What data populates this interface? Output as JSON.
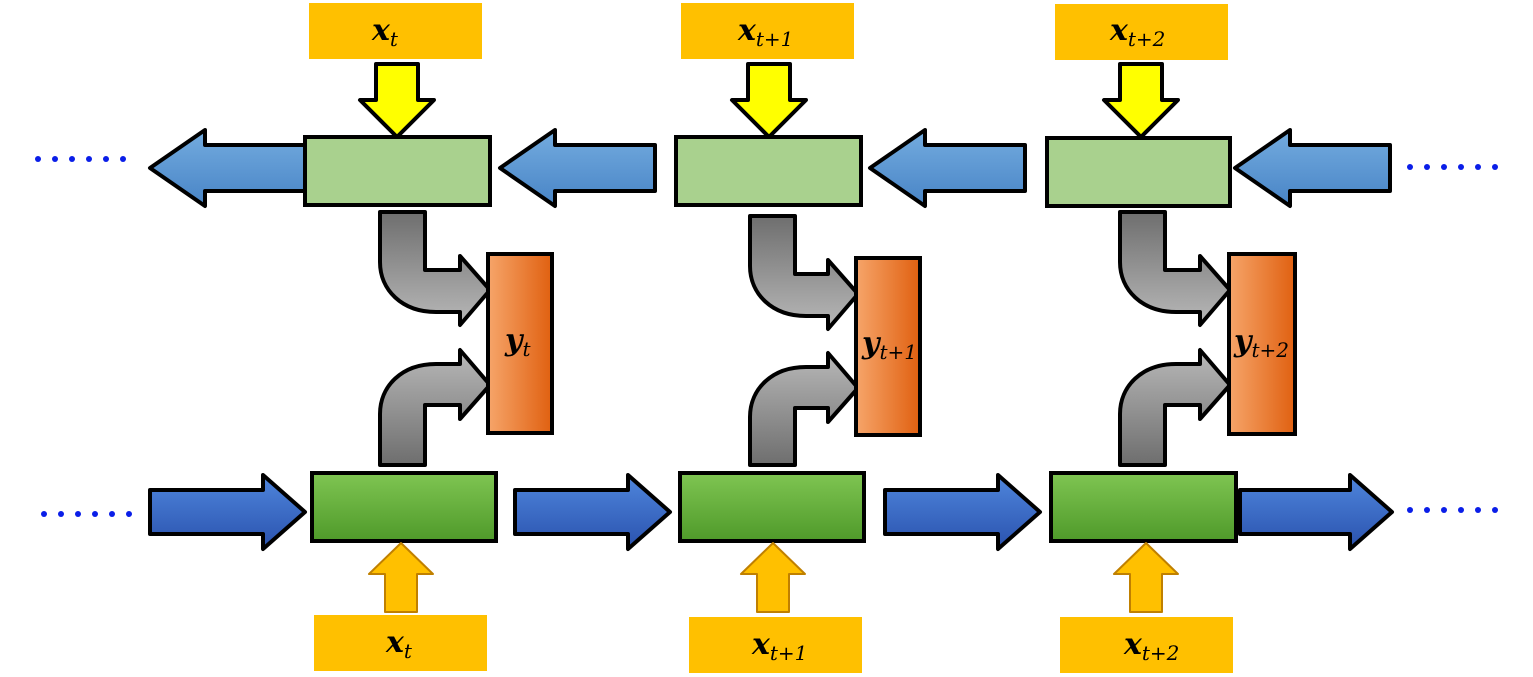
{
  "colors": {
    "input_box": "#ffc000",
    "input_arrow_top": "#ffff00",
    "input_arrow_bottom": "#ffc000",
    "backward_cell": "#a9d18e",
    "forward_cell_light": "#78c04c",
    "forward_cell_dark": "#4f9a2a",
    "output_light": "#f4a460",
    "output_dark": "#e06010",
    "backward_arrow_light": "#6fa8dc",
    "backward_arrow_dark": "#4a86c8",
    "forward_arrow_light": "#4a80d8",
    "forward_arrow_dark": "#2b56b0",
    "merge_arrow_light": "#b0b0b0",
    "merge_arrow_dark": "#6a6a6a",
    "dots": "#0a1ee8"
  },
  "steps": [
    {
      "top_input": {
        "base": "x",
        "sub": "t"
      },
      "output": {
        "base": "y",
        "sub": "t"
      },
      "bottom_input": {
        "base": "x",
        "sub": "t"
      }
    },
    {
      "top_input": {
        "base": "x",
        "sub": "t+1"
      },
      "output": {
        "base": "y",
        "sub": "t+1"
      },
      "bottom_input": {
        "base": "x",
        "sub": "t+1"
      }
    },
    {
      "top_input": {
        "base": "x",
        "sub": "t+2"
      },
      "output": {
        "base": "y",
        "sub": "t+2"
      },
      "bottom_input": {
        "base": "x",
        "sub": "t+2"
      }
    }
  ],
  "continuation": "......"
}
